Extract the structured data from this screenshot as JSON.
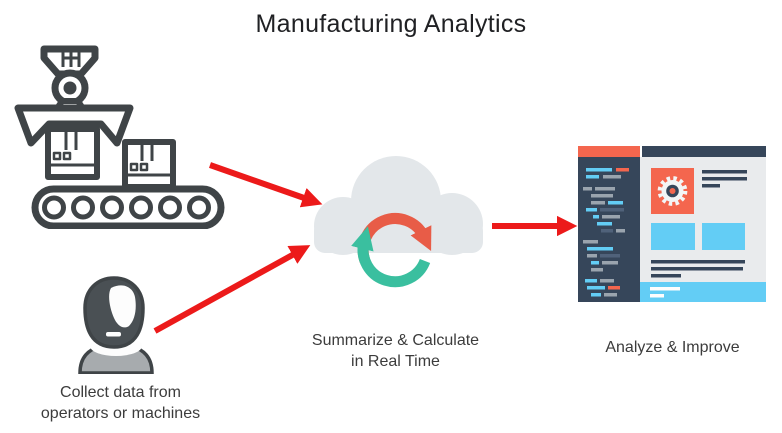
{
  "title": "Manufacturing Analytics",
  "labels": {
    "collect": {
      "line1": "Collect data from",
      "line2": "operators or machines"
    },
    "summarize": {
      "line1": "Summarize & Calculate",
      "line2": "in Real Time"
    },
    "analyze": {
      "line1": "Analyze & Improve"
    }
  },
  "icons": [
    "robotic-gripper-conveyor-icon",
    "operator-icon",
    "cloud-sync-icon",
    "analytics-dashboard-icon",
    "gear-icon"
  ],
  "colors": {
    "arrow_red": "#EC1A1A",
    "outline_dark": "#3F4447",
    "cloud_gray": "#E3E7EA",
    "sync_orange": "#E85C47",
    "sync_teal": "#3ABF9F",
    "dashboard_navy": "#36465A",
    "dashboard_orange": "#F4664E",
    "dashboard_sky": "#63CDF5",
    "panel_light": "#E9EBED",
    "person_gray": "#A7ABAE",
    "title_color": "#202124",
    "label_color": "#3C3C3C"
  }
}
